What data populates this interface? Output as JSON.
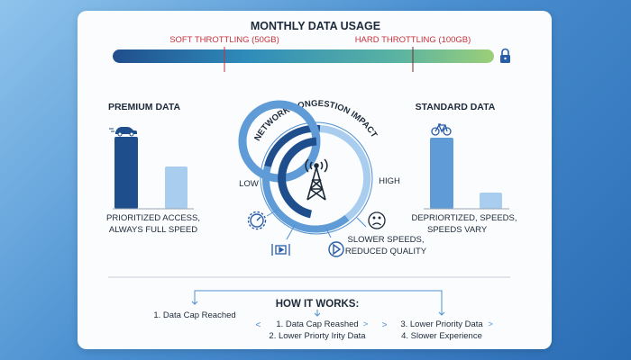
{
  "header": {
    "title": "MONTHLY DATA USAGE",
    "soft_label": "SOFT THROTTLING (50GB)",
    "hard_label": "HARD THROTTLING (100GB)",
    "lock_icon": "lock-icon"
  },
  "premium": {
    "title": "PREMIUM DATA",
    "icon": "car-icon",
    "caption_line1": "PRIORITIZED ACCESS,",
    "caption_line2": "ALWAYS FULL SPEED",
    "colors": [
      "#1f4e8c",
      "#a9cdee"
    ]
  },
  "congestion": {
    "title": "NETWORK CONGESTION IMPACT",
    "low": "LOW",
    "high": "HIGH",
    "impact_line1": "SLOWER SPEEDS,",
    "impact_line2": "REDUCED QUALITY",
    "icons": [
      "cell-tower-icon",
      "speedometer-gear-icon",
      "video-icon",
      "play-icon",
      "sad-face-icon"
    ]
  },
  "standard": {
    "title": "STANDARD DATA",
    "icon": "bicycle-icon",
    "caption_line1": "DEPRIORTIZED, SPEEDS,",
    "caption_line2": "SPEEDS VARY",
    "colors": [
      "#5f9bd6",
      "#a9cdee"
    ]
  },
  "how": {
    "title": "HOW IT WORKS:",
    "left": "1. Data Cap Reached",
    "mid_line1": "1. Data Cap Reashed",
    "mid_line2": "2. Lower Priorty Irity Data",
    "right_line1": "3. Lower Priority Data",
    "right_line2": "4. Slower Experience",
    "chevron_left": "<",
    "chevron_right": ">"
  },
  "colors": {
    "accent_red": "#c8323c",
    "dark_blue": "#1f4e8c",
    "text": "#1d2a3a"
  }
}
